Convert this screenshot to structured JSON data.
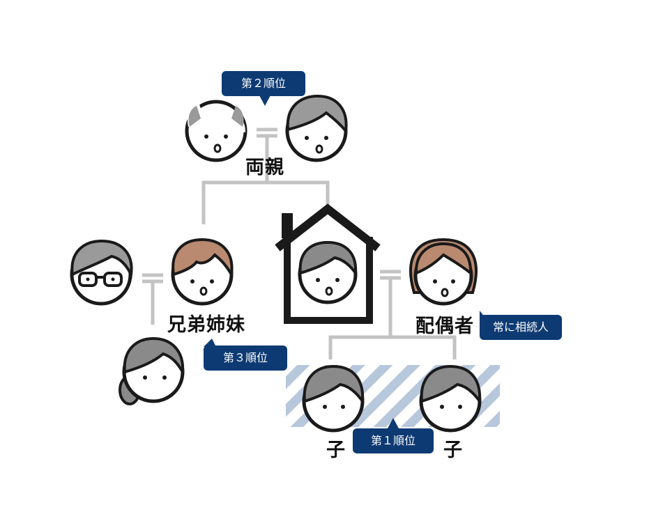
{
  "labels": {
    "parents": "両親",
    "siblings": "兄弟姉妹",
    "spouse": "配偶者",
    "child_left": "子",
    "child_right": "子"
  },
  "badges": {
    "rank2": "第２順位",
    "rank3": "第３順位",
    "rank1": "第１順位",
    "always": "常に相続人"
  },
  "colors": {
    "badge": "#0d3a73",
    "connector": "#c3c3c3",
    "outline": "#1a1a1a",
    "hatch": "#b7c7dc",
    "hair_gray": "#8a8a8a",
    "hair_brown": "#b98a70"
  }
}
